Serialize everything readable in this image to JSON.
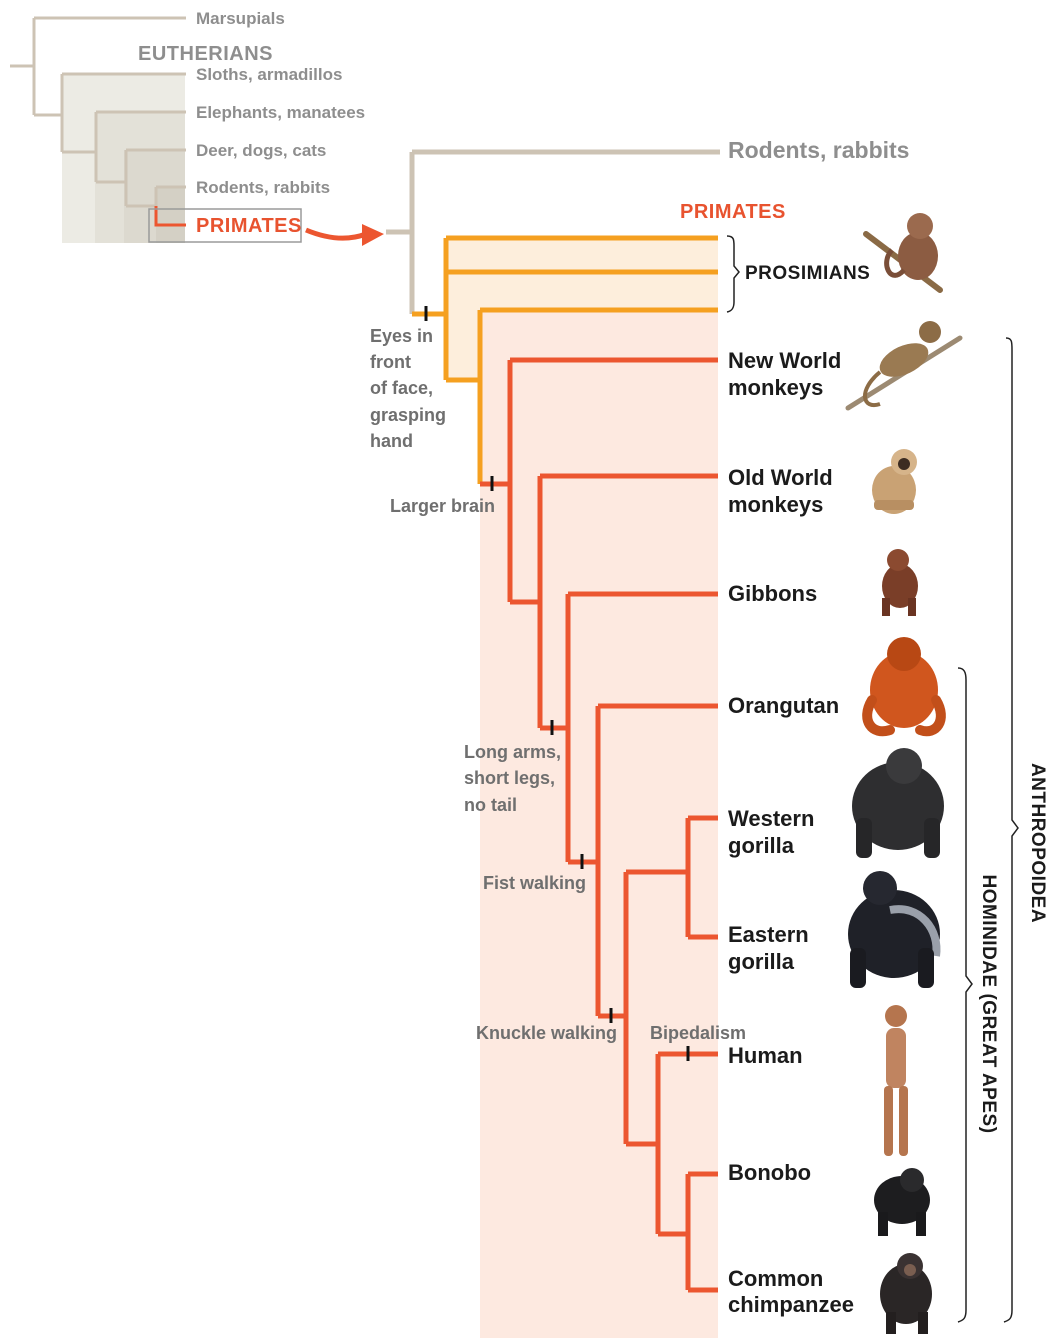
{
  "overview": {
    "leaves": [
      "Marsupials",
      "Sloths, armadillos",
      "Elephants, manatees",
      "Deer, dogs, cats",
      "Rodents, rabbits"
    ],
    "eutherians_label": "EUTHERIANS",
    "primates_box_label": "PRIMATES"
  },
  "main_tree": {
    "outgroup_label": "Rodents, rabbits",
    "primates_header": "PRIMATES",
    "prosimians_label": "PROSIMIANS",
    "taxa": [
      [
        "New World",
        "monkeys"
      ],
      [
        "Old World",
        "monkeys"
      ],
      [
        "Gibbons"
      ],
      [
        "Orangutan"
      ],
      [
        "Western",
        "gorilla"
      ],
      [
        "Eastern",
        "gorilla"
      ],
      [
        "Human"
      ],
      [
        "Bonobo"
      ],
      [
        "Common",
        "chimpanzee"
      ]
    ],
    "traits": {
      "eyes_hand": [
        "Eyes in",
        "front",
        "of face,",
        "grasping",
        "hand"
      ],
      "larger_brain": "Larger brain",
      "long_arms": [
        "Long arms,",
        "short legs,",
        "no tail"
      ],
      "fist_walking": "Fist walking",
      "knuckle_walking": "Knuckle walking",
      "bipedalism": "Bipedalism"
    },
    "groups": {
      "anthropoidea": "ANTHROPOIDEA",
      "hominidae": "HOMINIDAE (GREAT APES)"
    }
  },
  "colors": {
    "outgroup_gray": "#cdc3b4",
    "prosimian_orange": "#f5a020",
    "anthropoid_red": "#ec5630",
    "primate_shade": "#fdede4",
    "eutherian_shade": "#ecebe4"
  },
  "animal_icons": [
    "prosimian-icon",
    "new-world-monkey-icon",
    "old-world-monkey-icon",
    "gibbon-icon",
    "orangutan-icon",
    "western-gorilla-icon",
    "eastern-gorilla-icon",
    "human-icon",
    "bonobo-icon",
    "chimpanzee-icon"
  ]
}
